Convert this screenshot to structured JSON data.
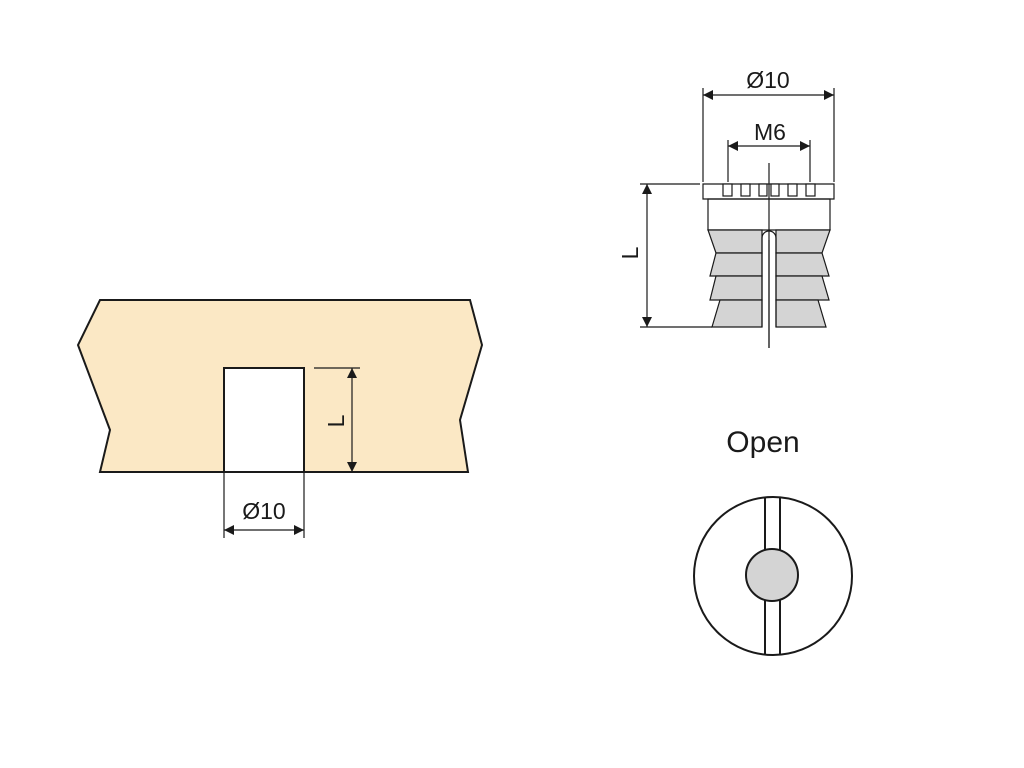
{
  "colors": {
    "panel_fill": "#fbe8c5",
    "part_fill": "#d4d4d4",
    "stroke": "#1a1a1a",
    "background": "#ffffff"
  },
  "panel_section": {
    "hole_diameter_label": "Ø10",
    "hole_depth_label": "L"
  },
  "insert_side_view": {
    "outer_diameter_label": "Ø10",
    "thread_label": "M6",
    "length_label": "L"
  },
  "insert_top_view": {
    "state_label": "Open"
  }
}
